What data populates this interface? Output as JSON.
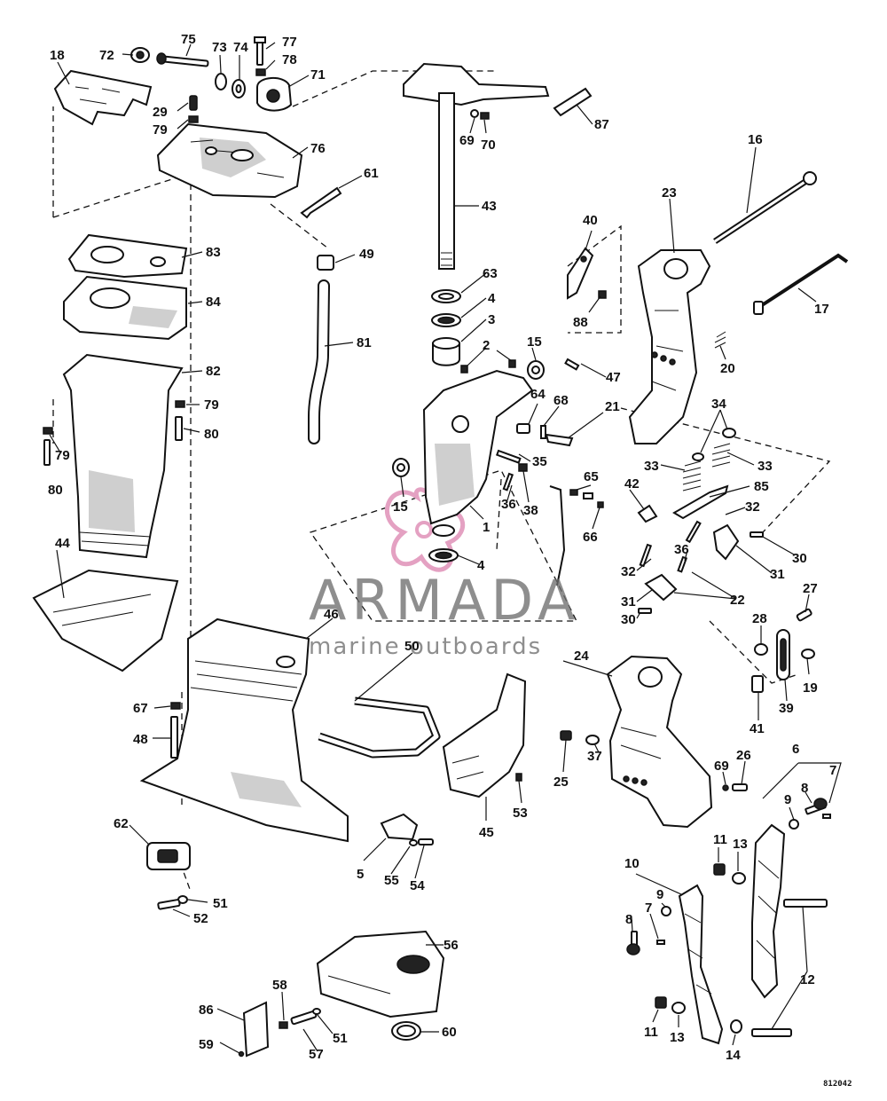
{
  "watermark": {
    "title": "ARMADA",
    "subtitle": "marine outboards",
    "logo_color": "#e4a1c2"
  },
  "drawing_number": "812042",
  "callouts": [
    "1",
    "2",
    "3",
    "4",
    "5",
    "6",
    "7",
    "8",
    "9",
    "10",
    "11",
    "12",
    "13",
    "14",
    "15",
    "16",
    "17",
    "18",
    "19",
    "20",
    "21",
    "22",
    "23",
    "24",
    "25",
    "26",
    "27",
    "28",
    "29",
    "30",
    "31",
    "32",
    "33",
    "34",
    "35",
    "36",
    "37",
    "38",
    "39",
    "40",
    "41",
    "42",
    "43",
    "44",
    "45",
    "46",
    "47",
    "48",
    "49",
    "50",
    "51",
    "52",
    "53",
    "54",
    "55",
    "56",
    "57",
    "58",
    "59",
    "60",
    "61",
    "62",
    "63",
    "64",
    "65",
    "66",
    "67",
    "68",
    "69",
    "70",
    "71",
    "72",
    "73",
    "74",
    "75",
    "76",
    "77",
    "78",
    "79",
    "80",
    "81",
    "82",
    "83",
    "84",
    "85",
    "86",
    "87",
    "88"
  ],
  "callout_texts": {
    "c1": "1",
    "c2": "2",
    "c3": "3",
    "c4a": "4",
    "c4b": "4",
    "c5": "5",
    "c6": "6",
    "c7a": "7",
    "c7b": "7",
    "c8a": "8",
    "c8b": "8",
    "c9a": "9",
    "c9b": "9",
    "c10": "10",
    "c11a": "11",
    "c11b": "11",
    "c12": "12",
    "c13a": "13",
    "c13b": "13",
    "c14": "14",
    "c15a": "15",
    "c15b": "15",
    "c16": "16",
    "c17": "17",
    "c18": "18",
    "c19": "19",
    "c20": "20",
    "c21": "21",
    "c22": "22",
    "c23": "23",
    "c24": "24",
    "c25": "25",
    "c26": "26",
    "c27": "27",
    "c28": "28",
    "c29": "29",
    "c30a": "30",
    "c30b": "30",
    "c31a": "31",
    "c31b": "31",
    "c32a": "32",
    "c32b": "32",
    "c33a": "33",
    "c33b": "33",
    "c34": "34",
    "c35": "35",
    "c36a": "36",
    "c36b": "36",
    "c37": "37",
    "c38": "38",
    "c39": "39",
    "c40": "40",
    "c41": "41",
    "c42": "42",
    "c43": "43",
    "c44": "44",
    "c45": "45",
    "c46": "46",
    "c47": "47",
    "c48": "48",
    "c49": "49",
    "c50": "50",
    "c51a": "51",
    "c51b": "51",
    "c52": "52",
    "c53": "53",
    "c54": "54",
    "c55": "55",
    "c56": "56",
    "c57": "57",
    "c58": "58",
    "c59": "59",
    "c60": "60",
    "c61": "61",
    "c62": "62",
    "c63": "63",
    "c64": "64",
    "c65": "65",
    "c66": "66",
    "c67": "67",
    "c68": "68",
    "c69a": "69",
    "c69b": "69",
    "c70": "70",
    "c71": "71",
    "c72": "72",
    "c73": "73",
    "c74": "74",
    "c75": "75",
    "c76": "76",
    "c77": "77",
    "c78": "78",
    "c79a": "79",
    "c79b": "79",
    "c79c": "79",
    "c80a": "80",
    "c80b": "80",
    "c81": "81",
    "c82": "82",
    "c83": "83",
    "c84": "84",
    "c85": "85",
    "c86": "86",
    "c87": "87",
    "c88": "88"
  }
}
